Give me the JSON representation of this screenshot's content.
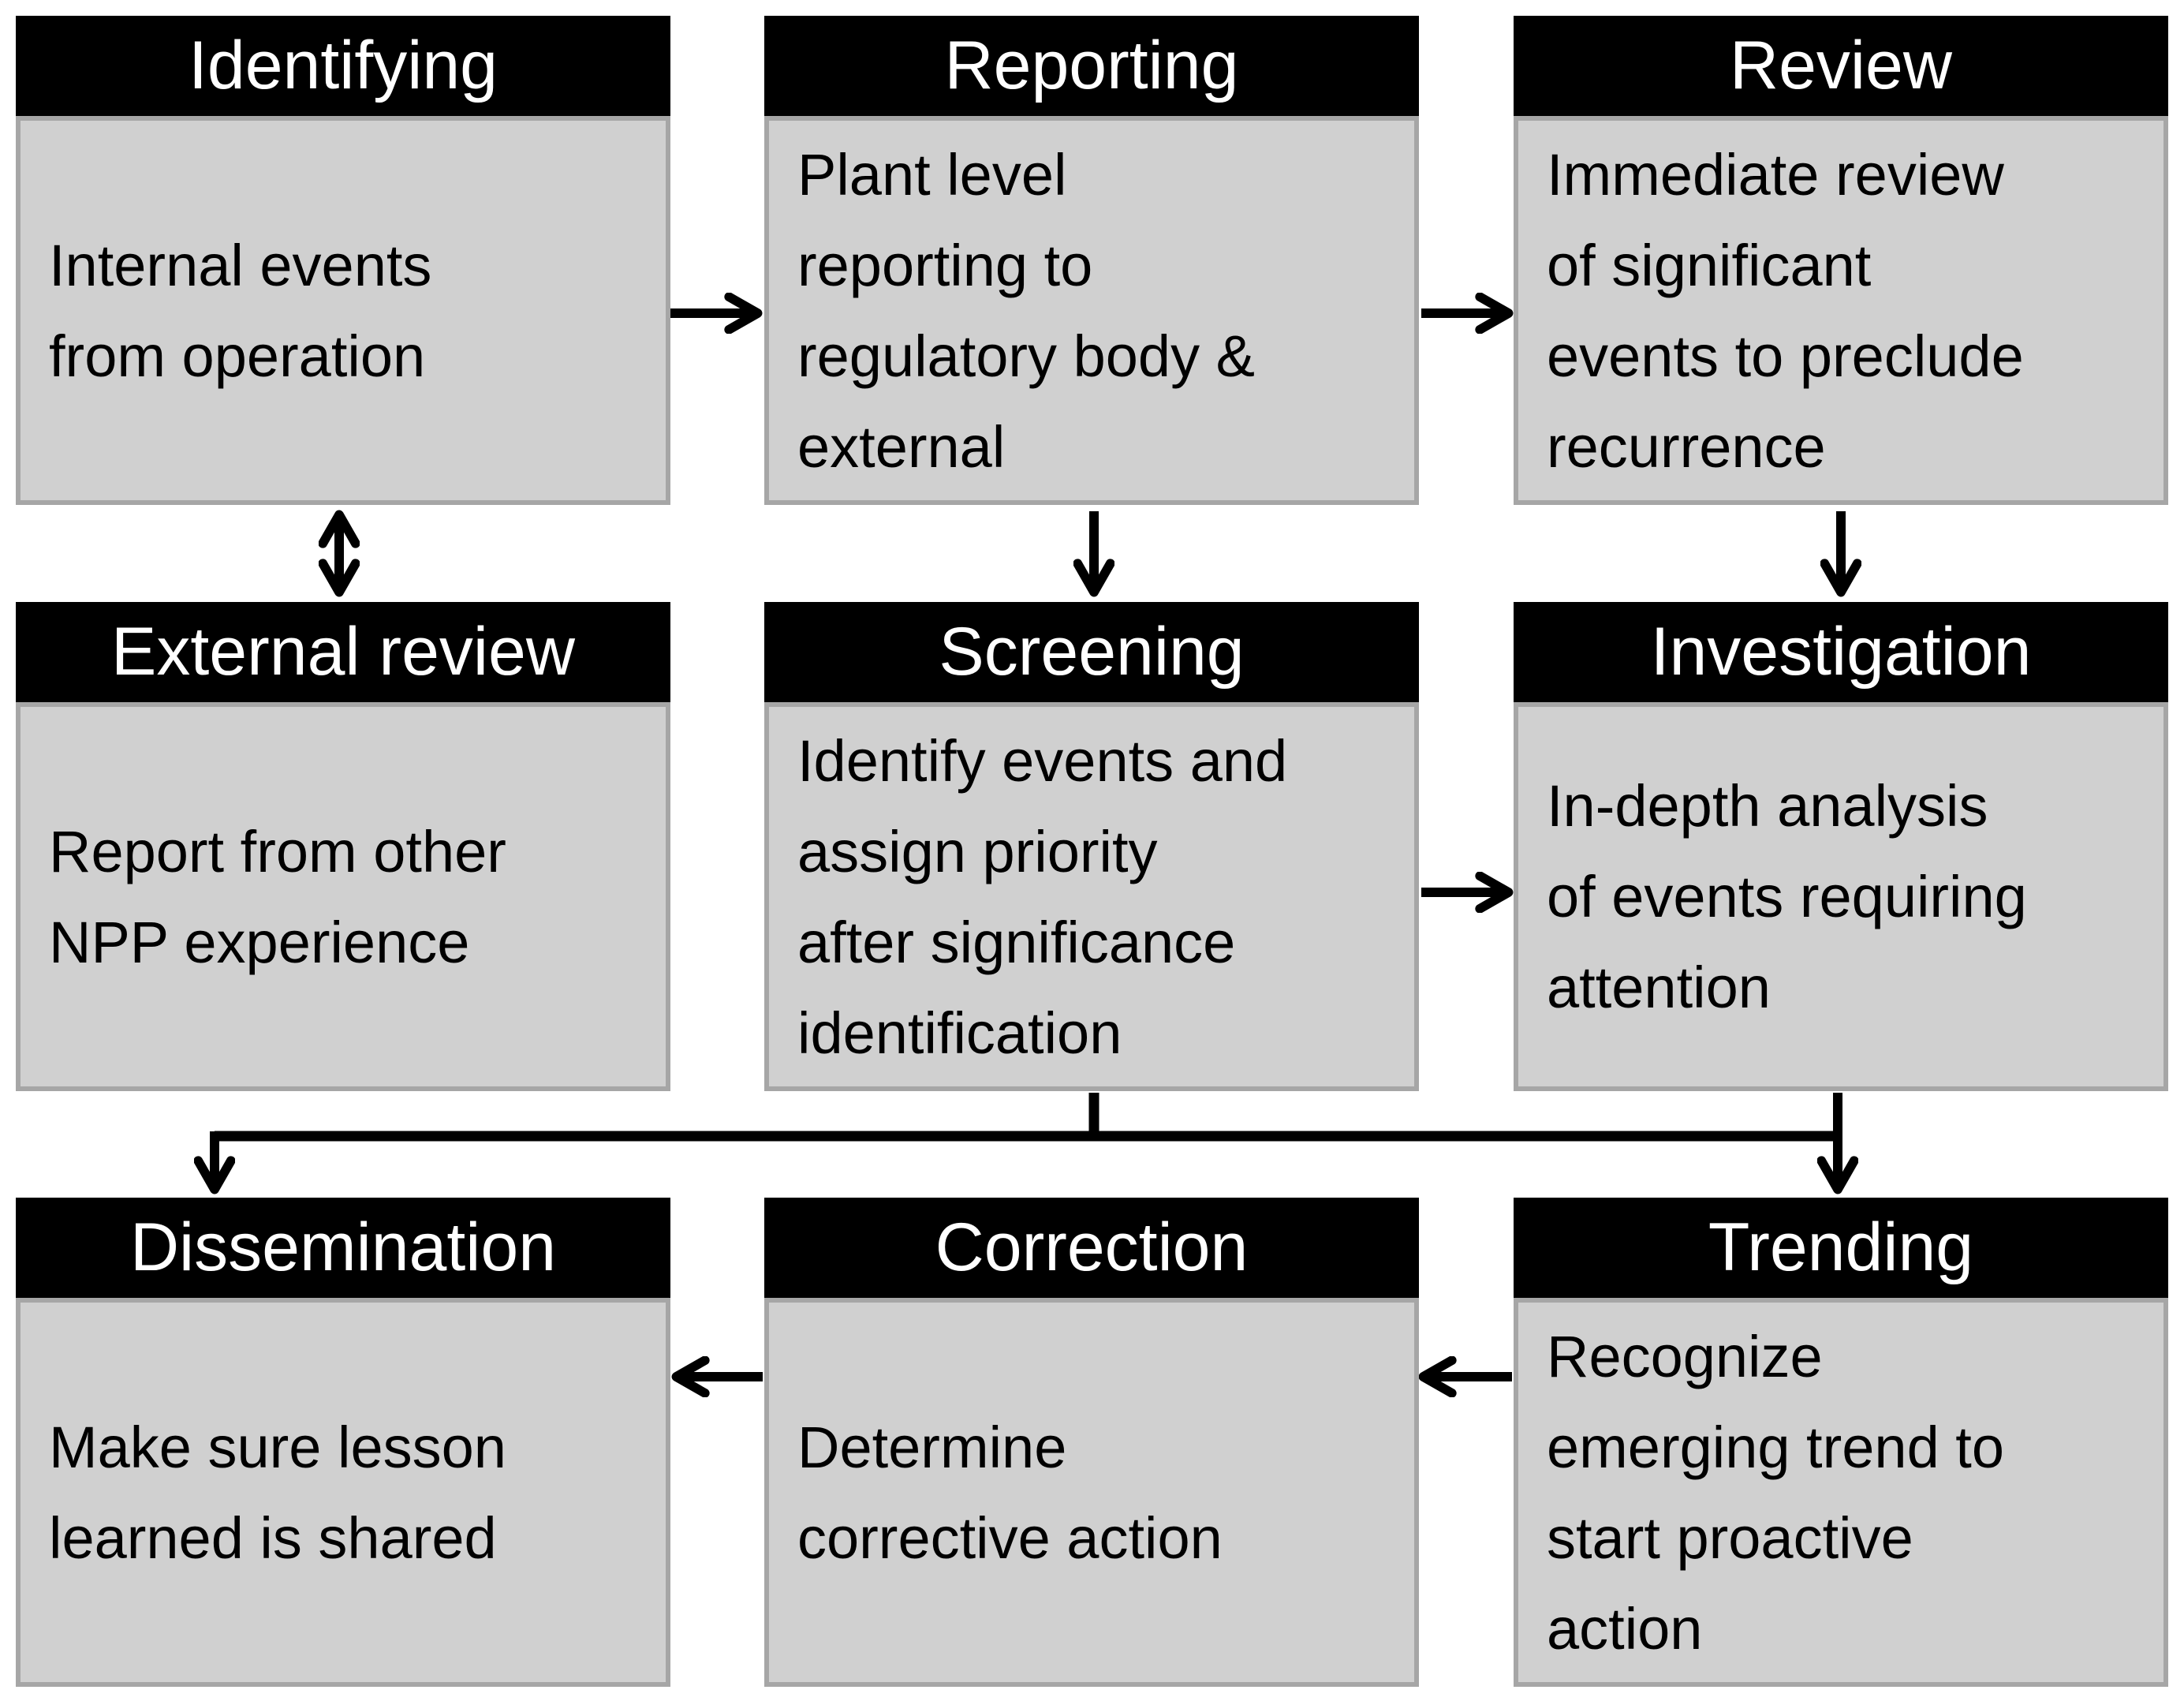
{
  "diagram": {
    "boxes": [
      {
        "id": "identifying",
        "title": "Identifying",
        "body": "Internal events\nfrom operation"
      },
      {
        "id": "reporting",
        "title": "Reporting",
        "body": "Plant level\nreporting to\nregulatory body &\nexternal"
      },
      {
        "id": "review",
        "title": "Review",
        "body": "Immediate review\nof significant\nevents to preclude\nrecurrence"
      },
      {
        "id": "external-review",
        "title": "External review",
        "body": "Report from other\nNPP experience"
      },
      {
        "id": "screening",
        "title": "Screening",
        "body": "Identify events and\nassign priority\nafter significance\nidentification"
      },
      {
        "id": "investigation",
        "title": "Investigation",
        "body": "In-depth analysis\nof events requiring\nattention"
      },
      {
        "id": "dissemination",
        "title": "Dissemination",
        "body": "Make sure lesson\nlearned is shared"
      },
      {
        "id": "correction",
        "title": "Correction",
        "body": "Determine\ncorrective action"
      },
      {
        "id": "trending",
        "title": "Trending",
        "body": "Recognize\nemerging trend to\nstart proactive\naction"
      }
    ],
    "connections": [
      {
        "from": "identifying",
        "to": "reporting",
        "type": "arrow"
      },
      {
        "from": "reporting",
        "to": "review",
        "type": "arrow"
      },
      {
        "from": "identifying",
        "to": "external-review",
        "type": "double-arrow"
      },
      {
        "from": "reporting",
        "to": "screening",
        "type": "arrow"
      },
      {
        "from": "review",
        "to": "investigation",
        "type": "arrow"
      },
      {
        "from": "screening",
        "to": "investigation",
        "type": "arrow"
      },
      {
        "from": "screening",
        "to": "dissemination",
        "type": "arrow"
      },
      {
        "from": "investigation",
        "to": "trending",
        "type": "arrow"
      },
      {
        "from": "trending",
        "to": "correction",
        "type": "arrow"
      },
      {
        "from": "correction",
        "to": "dissemination",
        "type": "arrow"
      }
    ],
    "colors": {
      "header_bg": "#000000",
      "header_text": "#ffffff",
      "body_bg": "#d0d0d0",
      "body_border": "#a6a6a6",
      "arrow": "#000000",
      "page_bg": "#ffffff"
    }
  }
}
